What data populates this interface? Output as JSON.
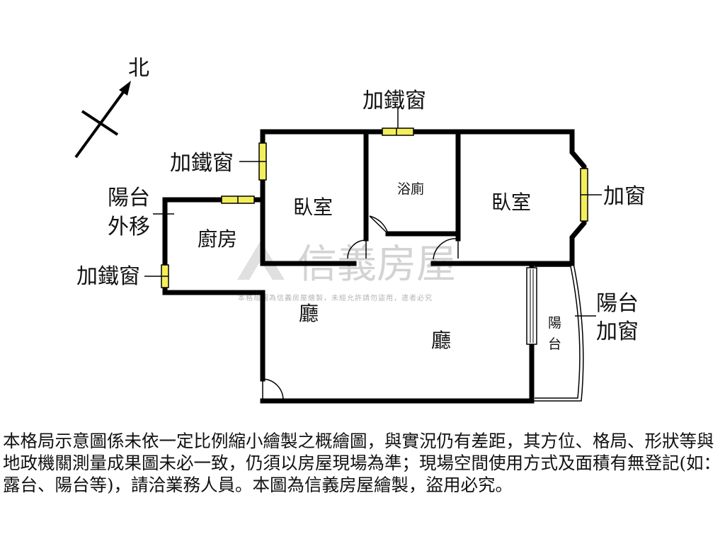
{
  "compass": {
    "label": "北",
    "icon": "north-arrow-icon"
  },
  "rooms": {
    "bedroom_left": "臥室",
    "bedroom_right": "臥室",
    "bathroom": "浴廁",
    "kitchen": "廚房",
    "living_upper": "廳",
    "living_main": "廳",
    "balcony_line1": "陽",
    "balcony_line2": "台"
  },
  "annotations": {
    "window_top": "加鐵窗",
    "window_left_upper": "加鐵窗",
    "window_left_lower": "加鐵窗",
    "window_right": "加窗",
    "balcony_move_line1": "陽台",
    "balcony_move_line2": "外移",
    "balcony_window_line1": "陽台",
    "balcony_window_line2": "加窗"
  },
  "watermark": {
    "logo": "信義房屋",
    "note": "本格局圖為信義房屋繪製，未經允許請勿盜用，違者必究"
  },
  "disclaimer": "本格局示意圖係未依一定比例縮小繪製之概繪圖，與實況仍有差距，其方位、格局、形狀等與地政機關測量成果圖未必一致，仍須以房屋現場為準；現場空間使用方式及面積有無登記(如：露台、陽台等)，請洽業務人員。本圖為信義房屋繪製，盜用必究。",
  "colors": {
    "wall": "#000000",
    "window_fill": "#f4ee5a",
    "watermark": "#bdbdbd"
  }
}
